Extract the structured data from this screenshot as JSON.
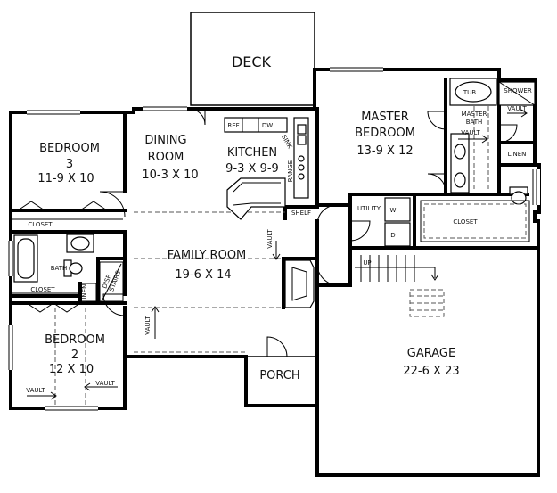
{
  "rooms": {
    "deck": {
      "name": "DECK"
    },
    "dining": {
      "name1": "DINING",
      "name2": "ROOM",
      "size": "10-3 X 10"
    },
    "kitchen": {
      "name": "KITCHEN",
      "size": "9-3 X 9-9"
    },
    "master": {
      "name1": "MASTER",
      "name2": "BEDROOM",
      "size": "13-9 X 12"
    },
    "bed3": {
      "name": "BEDROOM",
      "num": "3",
      "size": "11-9 X 10"
    },
    "family": {
      "name": "FAMILY ROOM",
      "size": "19-6 X 14"
    },
    "bed2": {
      "name": "BEDROOM",
      "num": "2",
      "size": "12 X 10"
    },
    "porch": {
      "name": "PORCH"
    },
    "garage": {
      "name": "GARAGE",
      "size": "22-6 X 23"
    }
  },
  "labels": {
    "ref": "REF",
    "dw": "DW",
    "sink": "SINK",
    "range": "RANGE",
    "shelf": "SHELF",
    "tub": "TUB",
    "shower": "SHOWER",
    "master_bath1": "MASTER",
    "master_bath2": "BATH",
    "vault": "VAULT",
    "linen": "LINEN",
    "utility": "UTILITY",
    "w": "W",
    "d": "D",
    "closet": "CLOSET",
    "bath": "BATH",
    "disp_stairs1": "DISP.",
    "disp_stairs2": "STAIRS",
    "up": "UP"
  }
}
